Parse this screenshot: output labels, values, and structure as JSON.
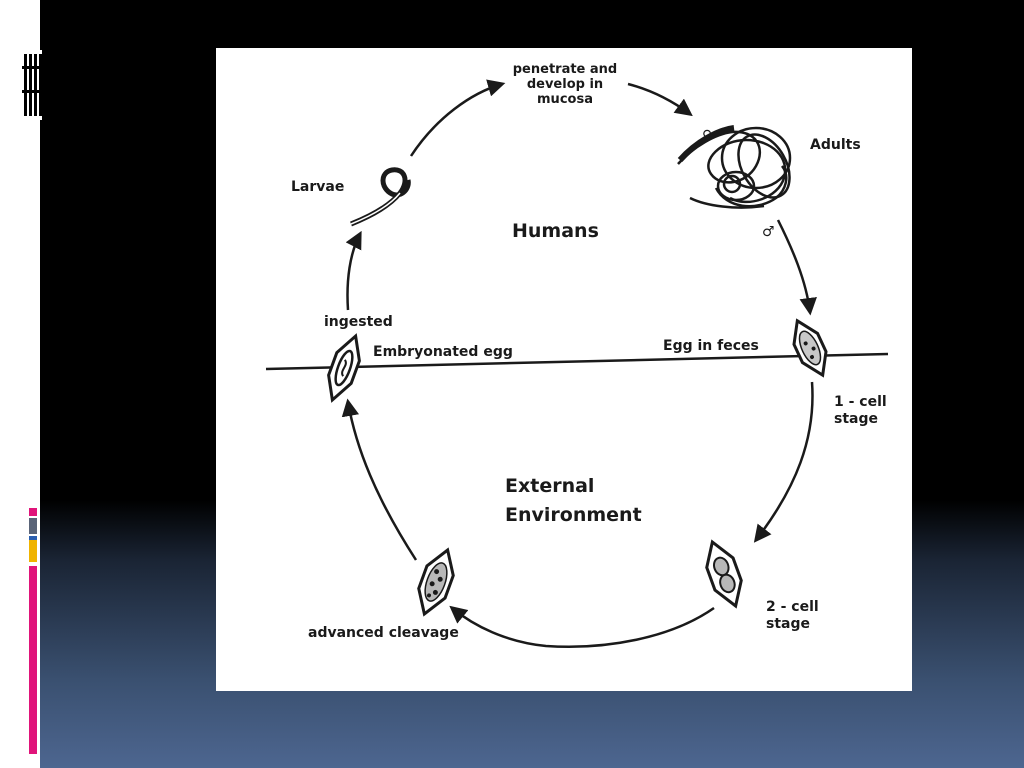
{
  "colors": {
    "background_top": "#000000",
    "background_bottom": "#4d6690",
    "accent_magenta": "#e0147a",
    "accent_gold": "#f0b400",
    "accent_slate": "#5a6478",
    "accent_blue": "#2b5fb0",
    "figure_background": "#ffffff",
    "ink": "#1a1a1a"
  },
  "diagram": {
    "regions": {
      "upper": "Humans",
      "lower": "External\nEnvironment"
    },
    "stages": [
      {
        "key": "penetrate",
        "label": "penetrate and\ndevelop in\nmucosa"
      },
      {
        "key": "adults",
        "label": "Adults"
      },
      {
        "key": "larvae",
        "label": "Larvae"
      },
      {
        "key": "ingested",
        "label": "ingested"
      },
      {
        "key": "embryonated",
        "label": "Embryonated egg"
      },
      {
        "key": "feces",
        "label": "Egg in feces"
      },
      {
        "key": "one_cell",
        "label": "1 - cell\nstage"
      },
      {
        "key": "two_cell",
        "label": "2 - cell\nstage"
      },
      {
        "key": "cleavage",
        "label": "advanced cleavage"
      }
    ],
    "symbols": {
      "female": "♀",
      "male": "♂"
    }
  }
}
